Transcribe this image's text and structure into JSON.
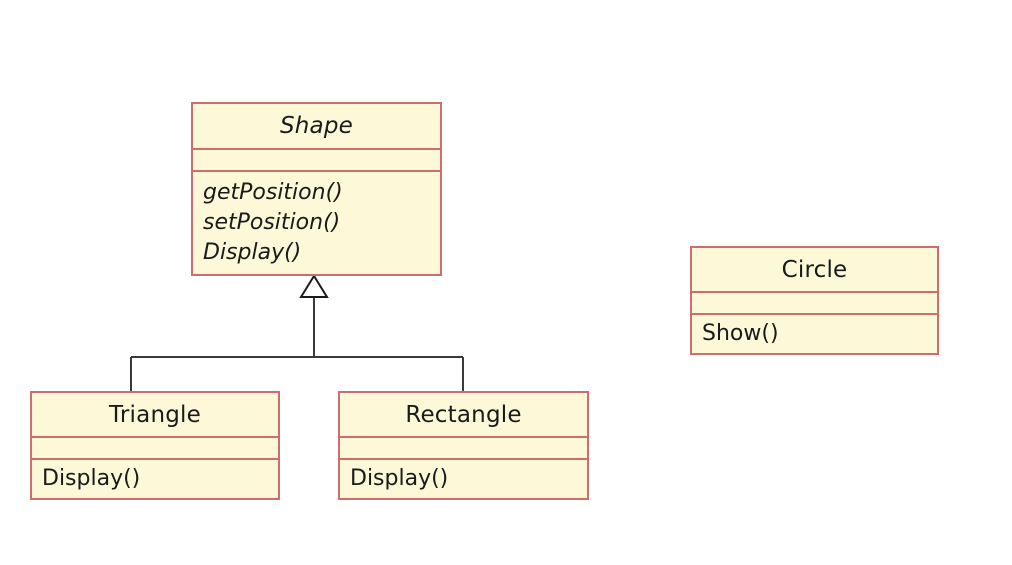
{
  "diagram": {
    "type": "uml-class-diagram",
    "background_color": "#ffffff",
    "box_fill_color": "#fdf8d8",
    "box_border_color": "#cc6e6e",
    "connector_color": "#3a3a3a",
    "text_color": "#1a1a1a"
  },
  "classes": [
    {
      "id": "shape",
      "name": "Shape",
      "abstract": true,
      "attributes": [],
      "operations": [
        "getPosition()",
        "setPosition()",
        "Display()"
      ]
    },
    {
      "id": "triangle",
      "name": "Triangle",
      "abstract": false,
      "attributes": [],
      "operations": [
        "Display()"
      ]
    },
    {
      "id": "rectangle",
      "name": "Rectangle",
      "abstract": false,
      "attributes": [],
      "operations": [
        "Display()"
      ]
    },
    {
      "id": "circle",
      "name": "Circle",
      "abstract": false,
      "attributes": [],
      "operations": [
        "Show()"
      ]
    }
  ],
  "relationships": [
    {
      "type": "generalization",
      "label": "",
      "from": "Triangle",
      "to": "Shape",
      "arrowhead": "hollow-triangle"
    },
    {
      "type": "generalization",
      "label": "",
      "from": "Rectangle",
      "to": "Shape",
      "arrowhead": "hollow-triangle"
    }
  ]
}
